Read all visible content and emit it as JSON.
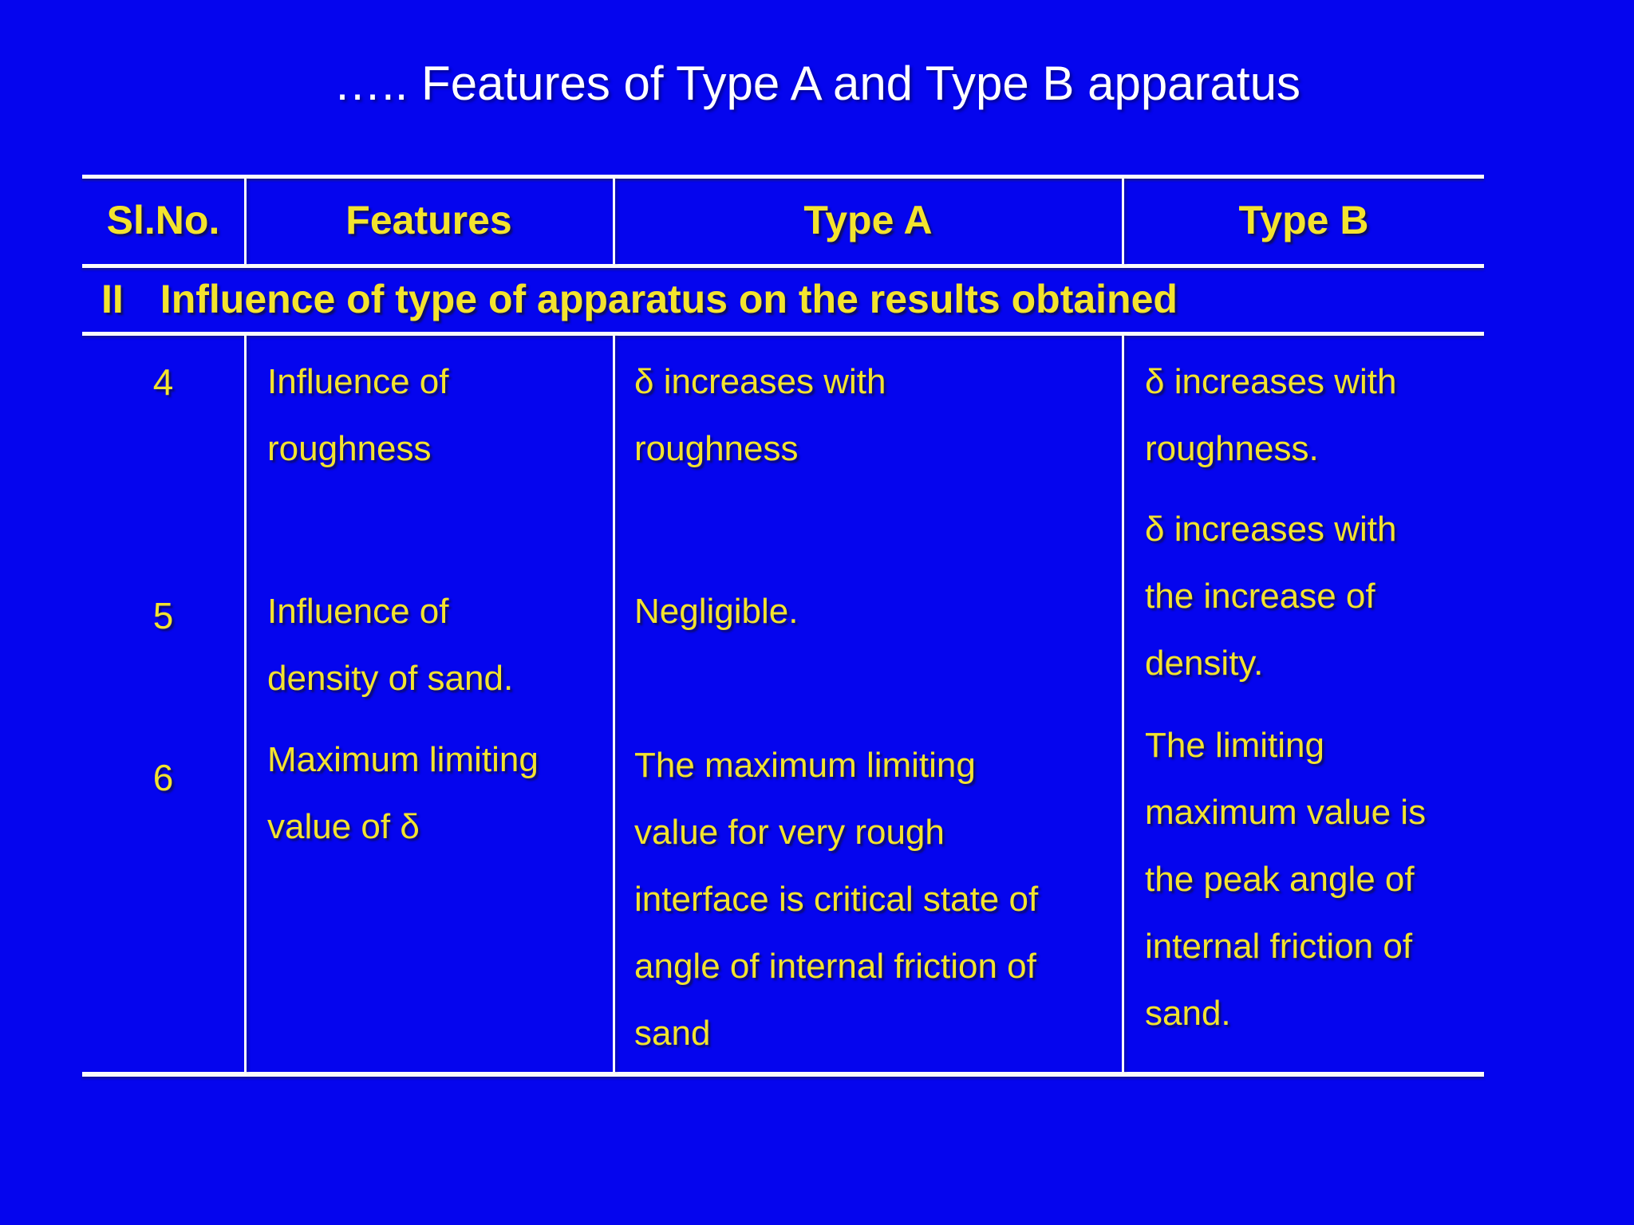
{
  "title": "….. Features of Type A and Type B apparatus",
  "colors": {
    "background": "#0505ee",
    "text_yellow": "#f3e32e",
    "title_white": "#ffffff",
    "line_white": "#fbfbfb"
  },
  "table": {
    "headers": [
      "Sl.No.",
      "Features",
      "Type A",
      "Type B"
    ],
    "section": {
      "numeral": "II",
      "label": "Influence of type of apparatus on the results obtained"
    },
    "rows": [
      {
        "no": "4",
        "feature": "Influence of\nroughness",
        "type_a": "δ increases with\nroughness",
        "type_b": "δ increases with\nroughness."
      },
      {
        "no": "5",
        "feature": "Influence of\ndensity of sand.",
        "type_a": "Negligible.",
        "type_b": "δ increases with\nthe increase of\ndensity."
      },
      {
        "no": "6",
        "feature": "Maximum limiting\nvalue of δ",
        "type_a": "The maximum limiting\nvalue for very rough\ninterface is critical state of\nangle of internal friction of\nsand",
        "type_b": "The limiting\nmaximum value is\nthe peak angle of\ninternal friction of\nsand."
      }
    ]
  }
}
